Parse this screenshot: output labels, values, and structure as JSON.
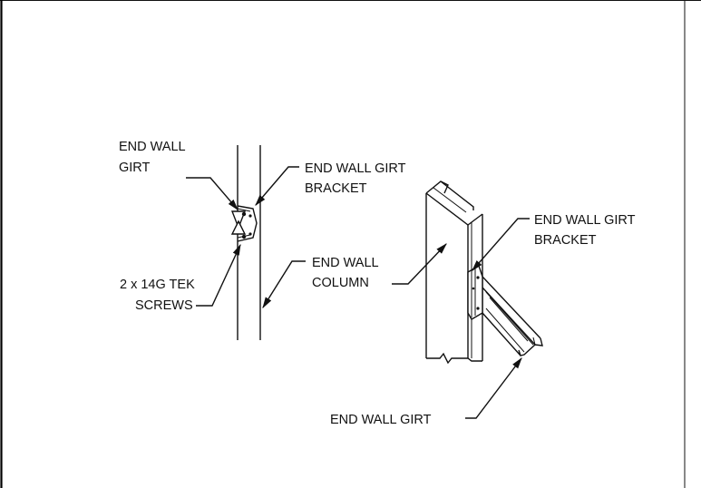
{
  "labels": {
    "left_girt_line1": "END WALL",
    "left_girt_line2": "GIRT",
    "left_bracket_line1": "END WALL GIRT",
    "left_bracket_line2": "BRACKET",
    "screws_line1": "2 x 14G TEK",
    "screws_line2": "SCREWS",
    "column_line1": "END WALL",
    "column_line2": "COLUMN",
    "right_bracket_line1": "END WALL GIRT",
    "right_bracket_line2": "BRACKET",
    "right_girt": "END WALL GIRT"
  },
  "colors": {
    "line": "#111111",
    "background": "#ffffff"
  }
}
